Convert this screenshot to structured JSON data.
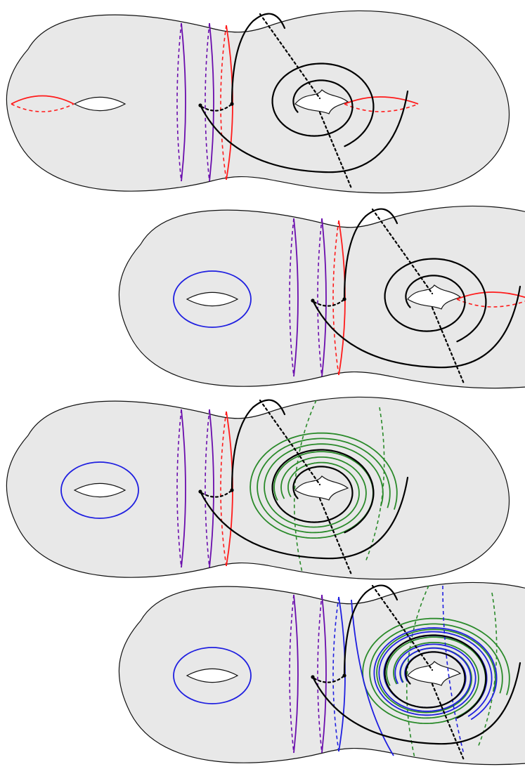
{
  "figure": {
    "panels": [
      {
        "id": "panel-1",
        "has_blue_loop": false,
        "has_green_curves": false,
        "blue_arc_replaces_red": false
      },
      {
        "id": "panel-2",
        "has_blue_loop": true,
        "has_green_curves": false,
        "blue_arc_replaces_red": false
      },
      {
        "id": "panel-3",
        "has_blue_loop": true,
        "has_green_curves": true,
        "blue_arc_replaces_red": false
      },
      {
        "id": "panel-4",
        "has_blue_loop": true,
        "has_green_curves": true,
        "blue_arc_replaces_red": true
      }
    ],
    "colors": {
      "surface_fill": "#e8e8e8",
      "outline": "#111111",
      "black_curve": "#000000",
      "purple_curve": "#6a0dad",
      "red_curve": "#ff1a1a",
      "blue_curve": "#1f1fe0",
      "green_curve": "#2a8a2a"
    },
    "icons": [
      "genus-two-surface",
      "handle-hole",
      "spiral-curve",
      "meridian-circle"
    ]
  }
}
